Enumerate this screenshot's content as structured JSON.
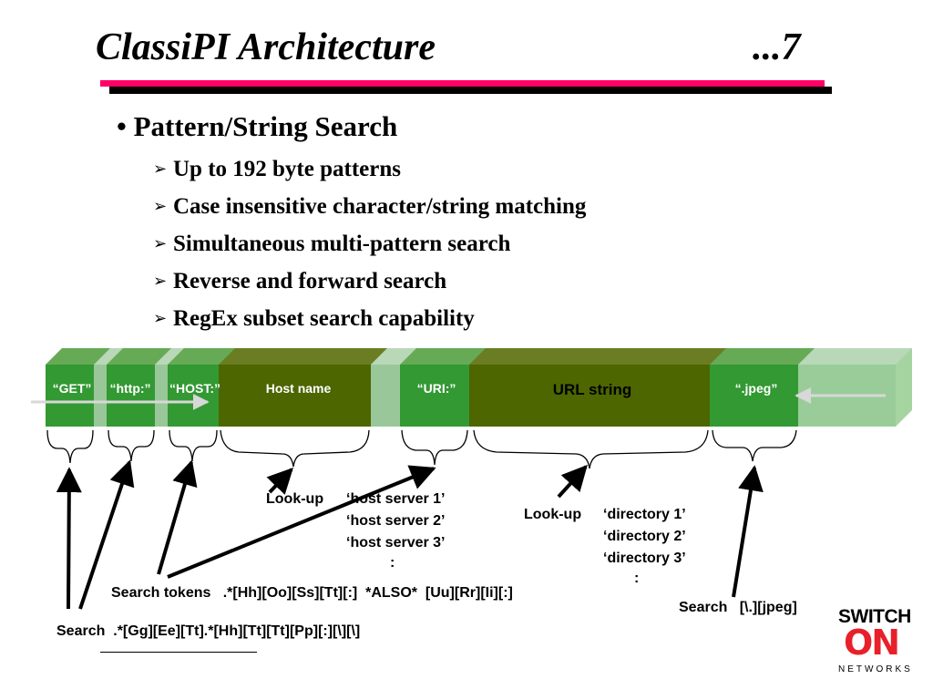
{
  "slide": {
    "title": "ClassiPI Architecture",
    "page_number": "...7",
    "bullet": "Pattern/String Search",
    "sub_bullets": [
      "Up to 192 byte patterns",
      "Case insensitive character/string matching",
      "Simultaneous multi-pattern search",
      "Reverse and forward search",
      "RegEx subset search capability"
    ]
  },
  "diagram": {
    "segments": {
      "get": "“GET”",
      "http": "“http:”",
      "host": "“HOST:”",
      "host_name": "Host name",
      "uri": "“URI:”",
      "url_string": "URL string",
      "jpeg": "“.jpeg”"
    },
    "lookup_host": {
      "label": "Look-up",
      "entries": [
        "‘host server 1’",
        "‘host server 2’",
        "‘host server 3’",
        ":"
      ]
    },
    "lookup_dir": {
      "label": "Look-up",
      "entries": [
        "‘directory 1’",
        "‘directory 2’",
        "‘directory 3’",
        ":"
      ]
    },
    "search_tokens": "Search tokens   .*[Hh][Oo][Ss][Tt][:]  *ALSO*  [Uu][Rr][Ii][:]",
    "search_jpeg": "Search   [\\.][jpeg]",
    "search_get": "Search  .*[Gg][Ee][Tt].*[Hh][Tt][Tt][Pp][:][\\][\\]"
  },
  "logo": {
    "top": "SWITCH",
    "middle": "ON",
    "bottom": "NETWORKS"
  },
  "colors": {
    "title_underline": "#ff0066",
    "segment_bright_green": "#339933",
    "segment_olive": "#4d6600",
    "segment_pale": "#99cc99",
    "logo_red": "#e8202a"
  }
}
